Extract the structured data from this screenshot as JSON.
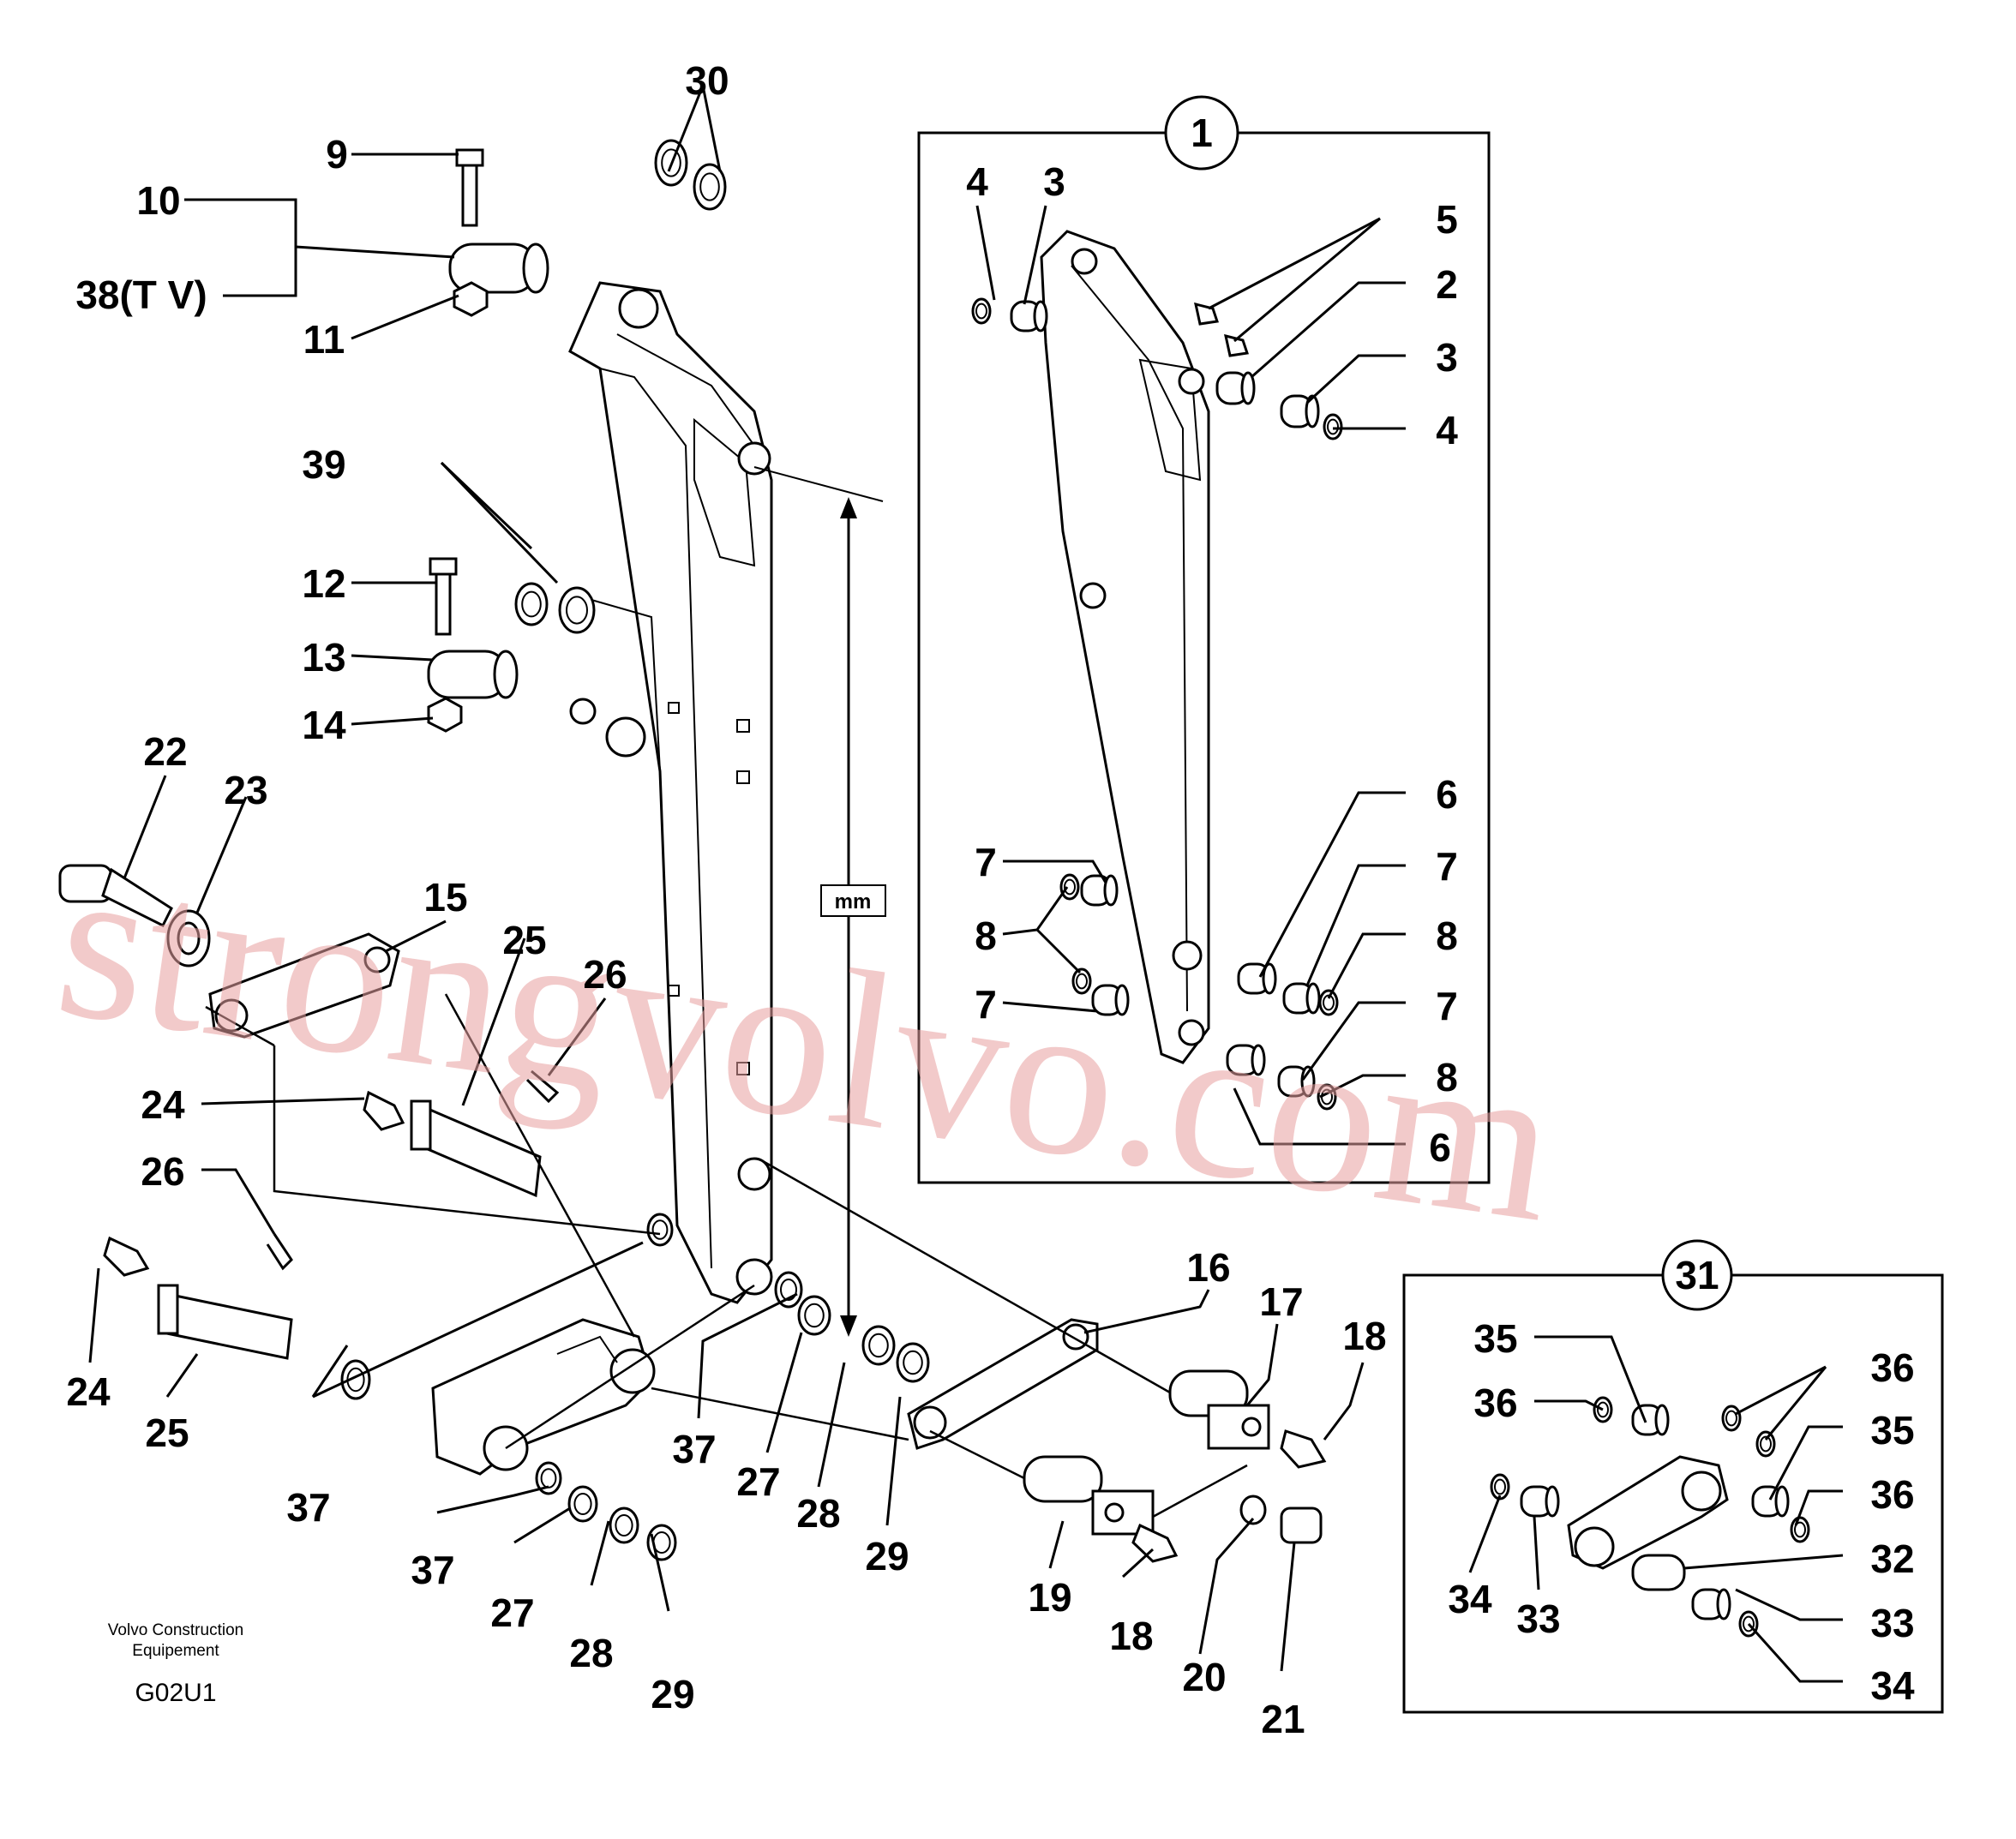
{
  "callouts": {
    "c1": "1",
    "c2": "2",
    "c3a": "3",
    "c3b": "3",
    "c4a": "4",
    "c4b": "4",
    "c5": "5",
    "c6a": "6",
    "c6b": "6",
    "c7a": "7",
    "c7b": "7",
    "c7c": "7",
    "c7d": "7",
    "c8a": "8",
    "c8b": "8",
    "c8c": "8",
    "c9": "9",
    "c10": "10",
    "c38": "38(T V)",
    "c11": "11",
    "c12": "12",
    "c13": "13",
    "c14": "14",
    "c15": "15",
    "c16": "16",
    "c17": "17",
    "c18a": "18",
    "c18b": "18",
    "c19": "19",
    "c20": "20",
    "c21": "21",
    "c22": "22",
    "c23": "23",
    "c24a": "24",
    "c24b": "24",
    "c25a": "25",
    "c25b": "25",
    "c26a": "26",
    "c26b": "26",
    "c27a": "27",
    "c27b": "27",
    "c28a": "28",
    "c28b": "28",
    "c29a": "29",
    "c29b": "29",
    "c30": "30",
    "c31": "31",
    "c32": "32",
    "c33a": "33",
    "c33b": "33",
    "c34a": "34",
    "c34b": "34",
    "c35a": "35",
    "c35b": "35",
    "c36a": "36",
    "c36b": "36",
    "c36c": "36",
    "c37a": "37",
    "c37b": "37",
    "c37c": "37",
    "c39": "39"
  },
  "dimension_label": "mm",
  "footer": {
    "line1": "Volvo Construction",
    "line2": "Equipement",
    "code": "G02U1"
  },
  "watermark": "strongvolvo.com"
}
